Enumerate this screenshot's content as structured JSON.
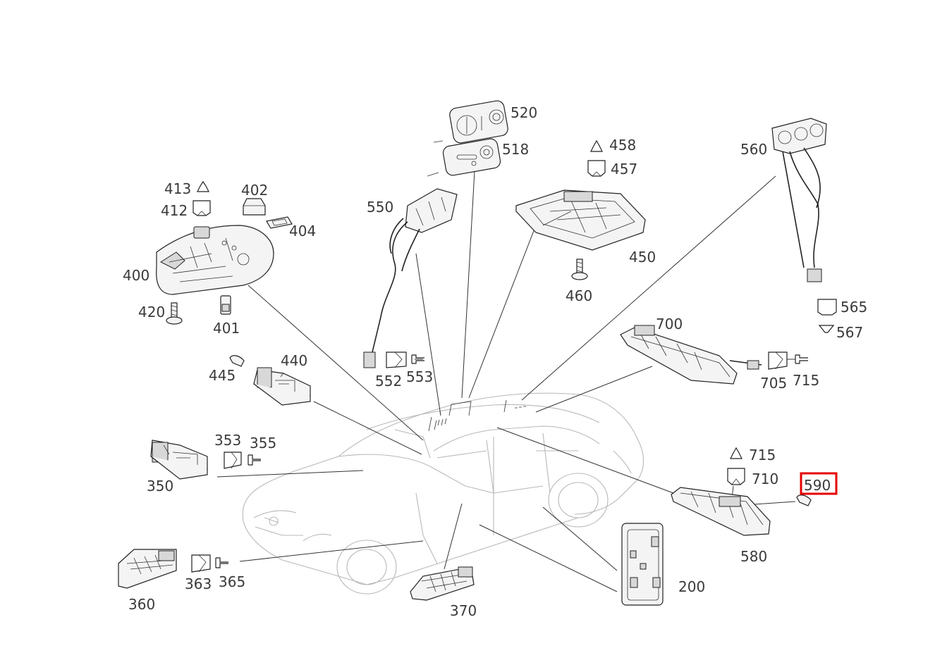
{
  "diagram": {
    "labels": {
      "p200": "200",
      "p350": "350",
      "p353": "353",
      "p355": "355",
      "p360": "360",
      "p363": "363",
      "p365": "365",
      "p370": "370",
      "p400": "400",
      "p401": "401",
      "p402": "402",
      "p404": "404",
      "p412": "412",
      "p413": "413",
      "p420": "420",
      "p440": "440",
      "p445": "445",
      "p450": "450",
      "p457": "457",
      "p458": "458",
      "p460": "460",
      "p518": "518",
      "p520": "520",
      "p550": "550",
      "p552": "552",
      "p553": "553",
      "p560": "560",
      "p565": "565",
      "p567": "567",
      "p580": "580",
      "p590": "590",
      "p700": "700",
      "p705": "705",
      "p710": "710",
      "p715a": "715",
      "p715b": "715"
    },
    "highlighted_part": "590",
    "highlight_color": "#e50000"
  }
}
